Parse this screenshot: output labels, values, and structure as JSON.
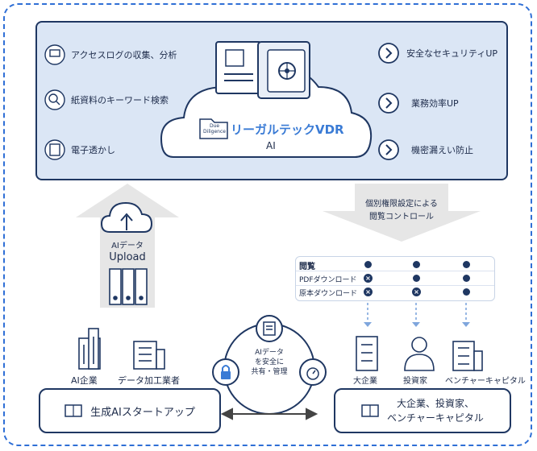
{
  "features_left": [
    "アクセスログの収集、分析",
    "紙資料のキーワード検索",
    "電子透かし"
  ],
  "features_right": [
    "安全なセキュリティUP",
    "業務効率UP",
    "機密漏えい防止"
  ],
  "vdr": {
    "badge_top": "Due",
    "badge_bottom": "Diligence",
    "title": "リーガルテックVDR",
    "subtitle": "AI"
  },
  "upload_arrow": {
    "line1": "AIデータ",
    "line2": "Upload"
  },
  "down_arrow": {
    "line1": "個別権限設定による",
    "line2": "閲覧コントロール"
  },
  "permission_table": {
    "rows": [
      {
        "label": "閲覧",
        "values": [
          "allowed",
          "allowed",
          "allowed"
        ]
      },
      {
        "label": "PDFダウンロード",
        "values": [
          "denied",
          "allowed",
          "allowed"
        ]
      },
      {
        "label": "原本ダウンロード",
        "values": [
          "denied",
          "denied",
          "allowed"
        ]
      }
    ]
  },
  "left_parties": [
    "AI企業",
    "データ加工業者"
  ],
  "right_parties": [
    "大企業",
    "投資家",
    "ベンチャーキャピタル"
  ],
  "center_text": [
    "AIデータ",
    "を安全に",
    "共有・管理"
  ],
  "startup_box": "生成AIスタートアップ",
  "investor_box": [
    "大企業、投資家、",
    "ベンチャーキャピタル"
  ],
  "colors": {
    "navy": "#1f3762",
    "panel": "#dbe6f5",
    "frame": "#2f6fd6",
    "accent": "#3a7bd5",
    "arrow": "#e6e6e6"
  }
}
